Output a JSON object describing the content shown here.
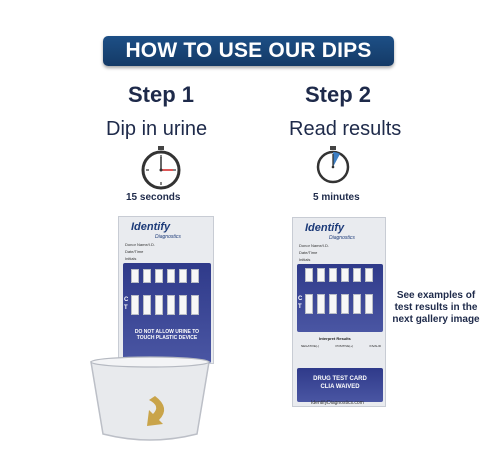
{
  "banner": "HOW TO USE OUR DIPS",
  "step1": {
    "title": "Step 1",
    "subtitle": "Dip in urine",
    "time": "15 seconds"
  },
  "step2": {
    "title": "Step 2",
    "subtitle": "Read results",
    "time": "5 minutes"
  },
  "card": {
    "brand": "Identify",
    "brand_sub": "Diagnostics",
    "form_fields": [
      "Donor Name/I.D.",
      "Date/Time",
      "Initials"
    ],
    "ct_c": "C",
    "ct_t": "T",
    "warning": "DO NOT ALLOW URINE TO TOUCH PLASTIC DEVICE",
    "interpret": "Interpret Results",
    "result_headers": [
      "NEGATIVE(-)",
      "POSITIVE(+)",
      "INVALID"
    ],
    "drug_line1": "DRUG TEST CARD",
    "drug_line2": "CLIA WAIVED",
    "url": "IdentifyDiagnostics.com"
  },
  "side_note": "See examples of test results in the next gallery image",
  "colors": {
    "banner": "#1d4f86",
    "text": "#1e2a4a",
    "strip": "#2f3a8a",
    "clock_hand1": "#d32020",
    "clock_hand2": "#3d7fc4"
  }
}
